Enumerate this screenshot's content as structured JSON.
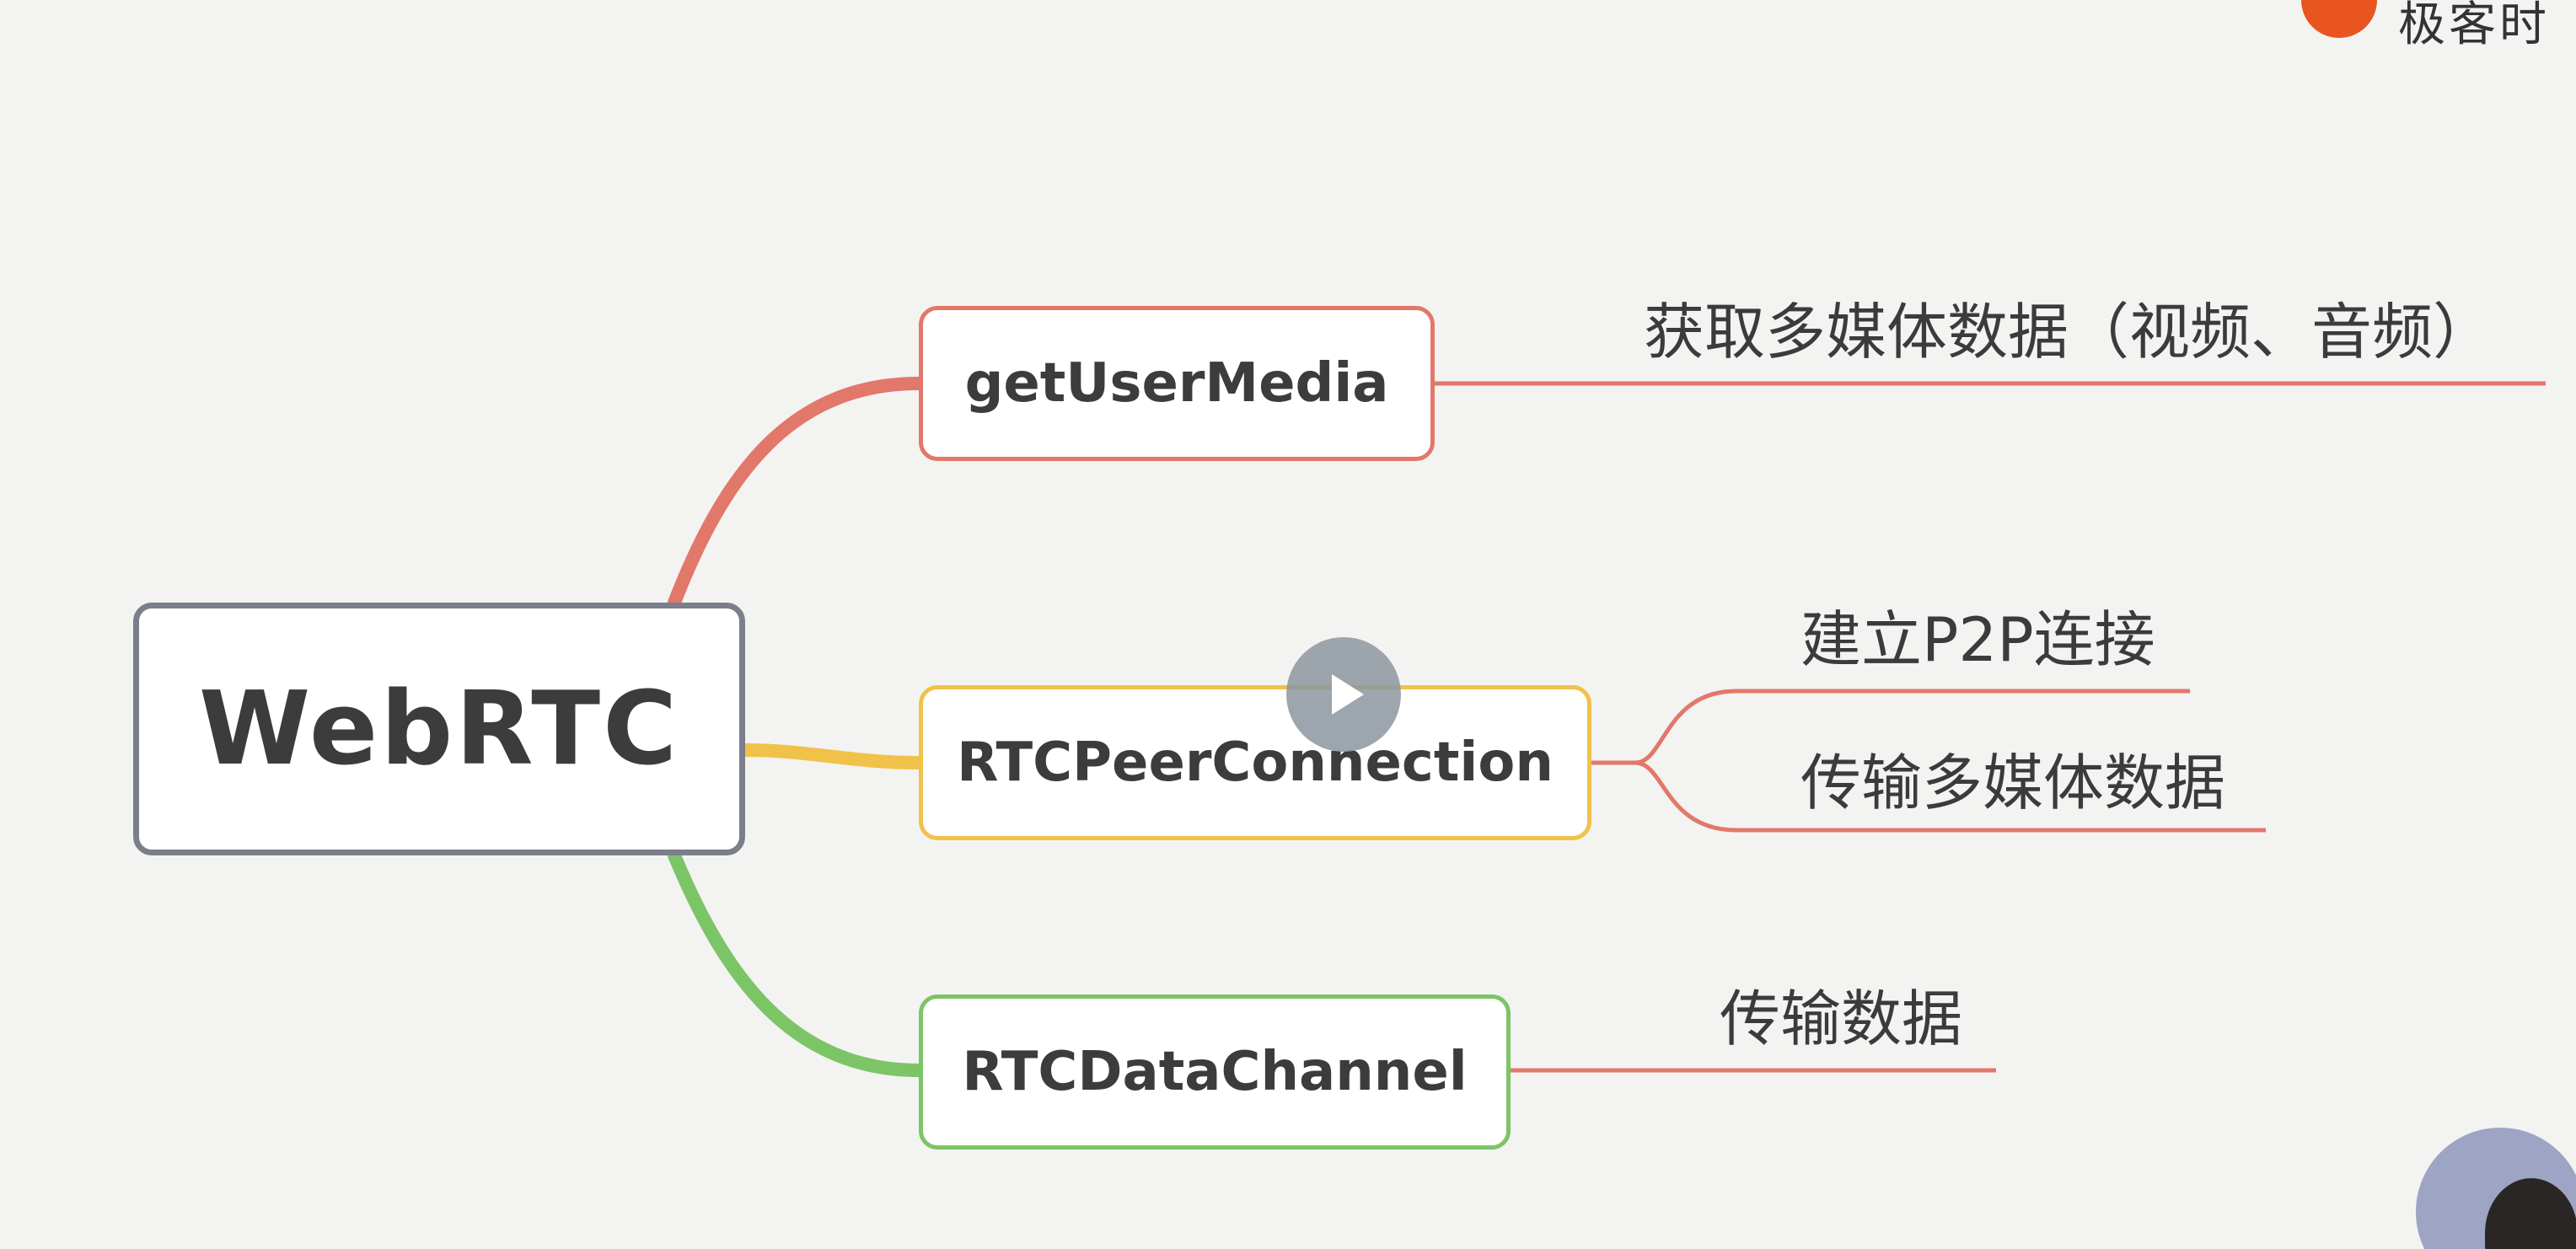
{
  "logo": {
    "text": "极客时",
    "icon": "geekbang-logo-icon",
    "color": "#e8551e"
  },
  "root": {
    "label": "WebRTC",
    "border_color": "#7b7f8c"
  },
  "branches": [
    {
      "label": "getUserMedia",
      "color": "#e2786a",
      "leaves": [
        "获取多媒体数据（视频、音频）"
      ]
    },
    {
      "label": "RTCPeerConnection",
      "color": "#f0c24a",
      "leaves": [
        "建立P2P连接",
        "传输多媒体数据"
      ]
    },
    {
      "label": "RTCDataChannel",
      "color": "#7cc567",
      "leaves": [
        "传输数据"
      ]
    }
  ],
  "leaf_line_color": "#e2786a",
  "overlay": {
    "play_icon": "play-icon",
    "avatar_icon": "presenter-avatar-icon"
  }
}
